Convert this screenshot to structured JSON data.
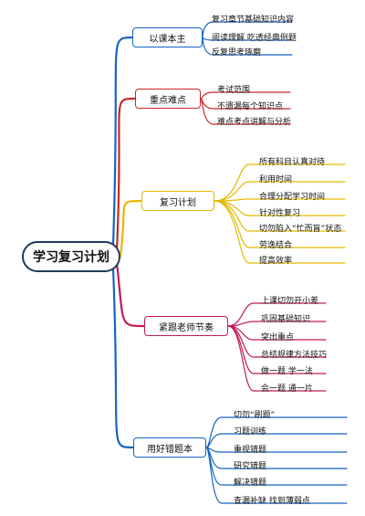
{
  "root": {
    "label": "学习复习计划"
  },
  "branches": [
    {
      "label": "以课本主",
      "color": "#1565c0",
      "items": [
        "复习章节基础知识内容",
        "阅读理解  吃透经典例题",
        "反复思考琢磨"
      ]
    },
    {
      "label": "重点难点",
      "color": "#c62828",
      "items": [
        "考试范围",
        "不遗漏每个知识点",
        "难点考点讲解与分析"
      ]
    },
    {
      "label": "复习计划",
      "color": "#e6b800",
      "items": [
        "所有科目认真对待",
        "利用时间",
        "合理分配学习时间",
        "针对性复习",
        "切勿陷入“忙而盲”状态",
        "劳逸结合",
        "提高效率"
      ]
    },
    {
      "label": "紧跟老师节奏",
      "color": "#c2185b",
      "items": [
        "上课切勿开小差",
        "巩固基础知识",
        "突出重点",
        "总结规律方法技巧",
        "做一题  学一法",
        "会一题  通一片"
      ]
    },
    {
      "label": "用好错题本",
      "color": "#1565c0",
      "items": [
        "切勿“刷题”",
        "习题训练",
        "重视错题",
        "研究错题",
        "解决错题",
        "查漏补缺  找到薄弱点"
      ]
    }
  ]
}
